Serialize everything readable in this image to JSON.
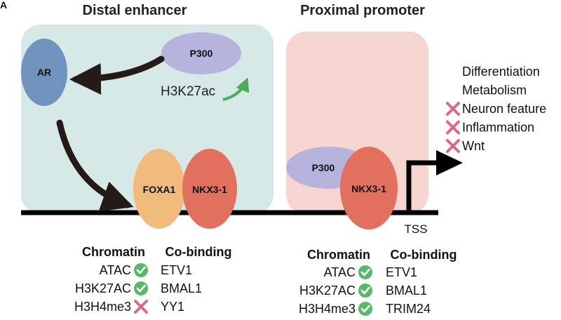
{
  "panel_label": "A",
  "distal": {
    "title": "Distal enhancer",
    "ar": "AR",
    "p300": "P300",
    "mark": "H3K27ac",
    "foxa1": "FOXA1",
    "nkx": "NKX3-1",
    "chromatin_header": "Chromatin",
    "cobinding_header": "Co-binding",
    "chromatin": [
      {
        "label": "ATAC",
        "status": "check"
      },
      {
        "label": "H3K27AC",
        "status": "check"
      },
      {
        "label": "H3H4me3",
        "status": "cross"
      }
    ],
    "cobinding": [
      "ETV1",
      "BMAL1",
      "YY1"
    ]
  },
  "proximal": {
    "title": "Proximal promoter",
    "p300": "P300",
    "nkx": "NKX3-1",
    "tss": "TSS",
    "chromatin_header": "Chromatin",
    "cobinding_header": "Co-binding",
    "chromatin": [
      {
        "label": "ATAC",
        "status": "check"
      },
      {
        "label": "H3K27AC",
        "status": "check"
      },
      {
        "label": "H3H4me3",
        "status": "check"
      }
    ],
    "cobinding": [
      "ETV1",
      "BMAL1",
      "TRIM24"
    ]
  },
  "outcomes": [
    {
      "label": "Differentiation",
      "status": "none"
    },
    {
      "label": "Metabolism",
      "status": "none"
    },
    {
      "label": "Neuron feature",
      "status": "cross"
    },
    {
      "label": "Inflammation",
      "status": "cross"
    },
    {
      "label": "Wnt",
      "status": "cross"
    }
  ],
  "colors": {
    "enhancer_box": "#d6e9e6",
    "promoter_box": "#f6d5d0",
    "ar": "#6f93bd",
    "p300": "#b6b3dd",
    "foxa1": "#f2bb7e",
    "nkx": "#e2705e",
    "check": "#58b86a",
    "cross": "#d96a86",
    "arrow": "#241a17",
    "green_arrow": "#4daa55"
  }
}
